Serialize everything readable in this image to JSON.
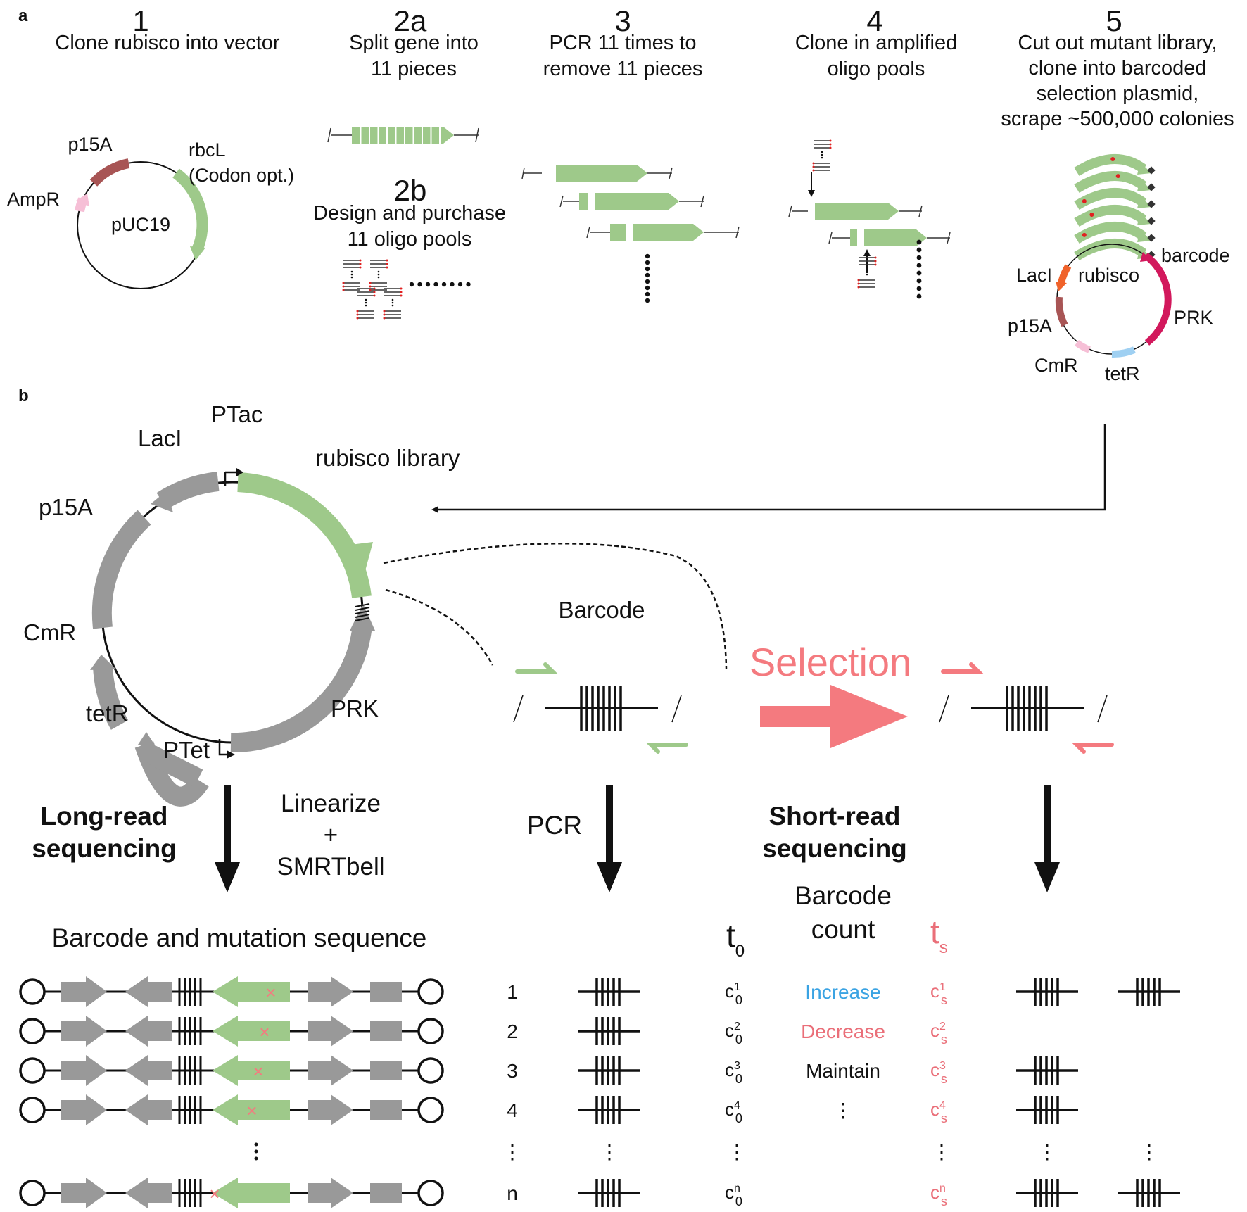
{
  "colors": {
    "green": "#9ec98a",
    "gray": "#999999",
    "salmon": "#f47a7f",
    "blue": "#3aa3e3",
    "decrease": "#ea6f79",
    "pink_light": "#f6bfd6",
    "brown": "#a85555",
    "orange": "#f0622a",
    "magenta": "#d2185c",
    "light_blue": "#9fd0f2",
    "red_dot": "#e02020",
    "black": "#111111"
  },
  "panel_a": {
    "label": "a",
    "steps": [
      {
        "num": "1",
        "lines": [
          "Clone rubisco into vector"
        ]
      },
      {
        "num": "2a",
        "lines": [
          "Split gene into",
          "11 pieces"
        ]
      },
      {
        "num": "2b",
        "lines": [
          "Design and purchase",
          "11 oligo pools"
        ]
      },
      {
        "num": "3",
        "lines": [
          "PCR 11 times to",
          "remove 11 pieces"
        ]
      },
      {
        "num": "4",
        "lines": [
          "Clone in amplified",
          "oligo pools"
        ]
      },
      {
        "num": "5",
        "lines": [
          "Cut out mutant library,",
          "clone into barcoded",
          "selection plasmid,",
          "scrape ~500,000 colonies"
        ]
      }
    ],
    "plasmid1": {
      "name": "pUC19",
      "features": [
        "p15A",
        "rbcL",
        "(Codon opt.)",
        "AmpR"
      ]
    },
    "plasmid5": {
      "features": [
        "barcode",
        "LacI",
        "rubisco",
        "p15A",
        "PRK",
        "CmR",
        "tetR"
      ]
    }
  },
  "panel_b": {
    "label": "b",
    "plasmid": {
      "features": [
        "PTac",
        "LacI",
        "rubisco library",
        "p15A",
        "CmR",
        "tetR",
        "PTet",
        "PRK"
      ]
    },
    "barcode_label": "Barcode",
    "selection_label": "Selection",
    "long_read": {
      "title_lines": [
        "Long-read",
        "sequencing"
      ],
      "prep_lines": [
        "Linearize",
        "+",
        "SMRTbell"
      ],
      "result_title": "Barcode and mutation sequence"
    },
    "pcr_label": "PCR",
    "short_read": {
      "title_lines": [
        "Short-read",
        "sequencing"
      ],
      "count_header_lines": [
        "Barcode",
        "count"
      ],
      "t0_label": "t",
      "t0_sub": "0",
      "ts_label": "t",
      "ts_sub": "s"
    },
    "rows": [
      {
        "index": "1",
        "c0_sup": "1",
        "change": "Increase",
        "change_color": "blue",
        "cs_sup": "1",
        "ts_barcodes": 2
      },
      {
        "index": "2",
        "c0_sup": "2",
        "change": "Decrease",
        "change_color": "decrease",
        "cs_sup": "2",
        "ts_barcodes": 0
      },
      {
        "index": "3",
        "c0_sup": "3",
        "change": "Maintain",
        "change_color": "black",
        "cs_sup": "3",
        "ts_barcodes": 1
      },
      {
        "index": "4",
        "c0_sup": "4",
        "change": "⋮",
        "change_color": "black",
        "cs_sup": "4",
        "ts_barcodes": 1
      },
      {
        "index": "⋮",
        "c0_sup": "",
        "change": "",
        "change_color": "black",
        "cs_sup": "",
        "ts_barcodes": 0,
        "ellipsis": true
      },
      {
        "index": "n",
        "c0_sup": "n",
        "change": "",
        "change_color": "black",
        "cs_sup": "n",
        "ts_barcodes": 2
      }
    ],
    "c_letter": "c",
    "c0_sub": "0",
    "cs_sub": "s",
    "vertical_ellipsis": "⋮"
  }
}
